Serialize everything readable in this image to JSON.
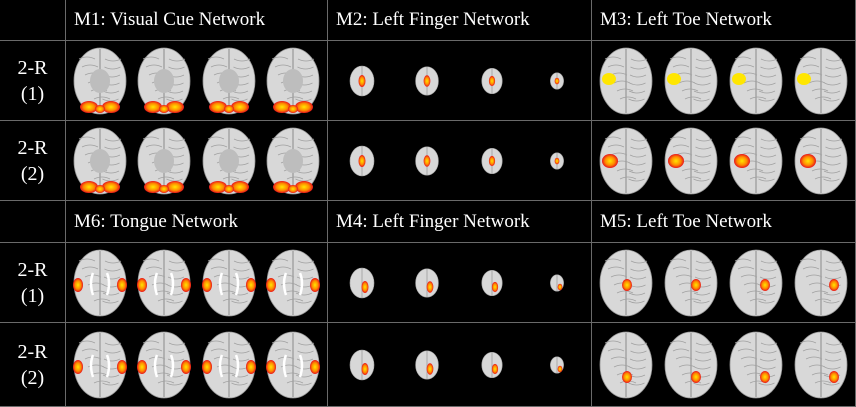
{
  "headers": {
    "m1": "M1:  Visual Cue Network",
    "m2": "M2:  Left Finger Network",
    "m3": "M3:  Left Toe Network",
    "m6": "M6: Tongue Network",
    "m4": "M4:  Left Finger Network",
    "m5": "M5:  Left Toe Network"
  },
  "row_labels": {
    "r1_line1": "2-R",
    "r1_line2": "(1)",
    "r2_line1": "2-R",
    "r2_line2": "(2)",
    "r3_line1": "2-R",
    "r3_line2": "(1)",
    "r4_line1": "2-R",
    "r4_line2": "(2)"
  },
  "colors": {
    "background": "#000000",
    "brain_fill": "#d8d8d8",
    "activation_red": "#e8141c",
    "activation_yellow": "#ffe600"
  },
  "panels": [
    {
      "block": "M1",
      "style": "axial-visual",
      "row": 1
    },
    {
      "block": "M2",
      "style": "small-dark",
      "row": 1
    },
    {
      "block": "M3",
      "style": "top-yellow",
      "row": 1
    },
    {
      "block": "M1",
      "style": "axial-visual",
      "row": 2
    },
    {
      "block": "M2",
      "style": "small-dark",
      "row": 2
    },
    {
      "block": "M3",
      "style": "top-red",
      "row": 2
    },
    {
      "block": "M6",
      "style": "axial-lateral",
      "row": 3
    },
    {
      "block": "M4",
      "style": "small-dark",
      "row": 3
    },
    {
      "block": "M5",
      "style": "top-spot",
      "row": 3
    },
    {
      "block": "M6",
      "style": "axial-lateral",
      "row": 4
    },
    {
      "block": "M4",
      "style": "small-dark",
      "row": 4
    },
    {
      "block": "M5",
      "style": "top-spot",
      "row": 4
    }
  ]
}
